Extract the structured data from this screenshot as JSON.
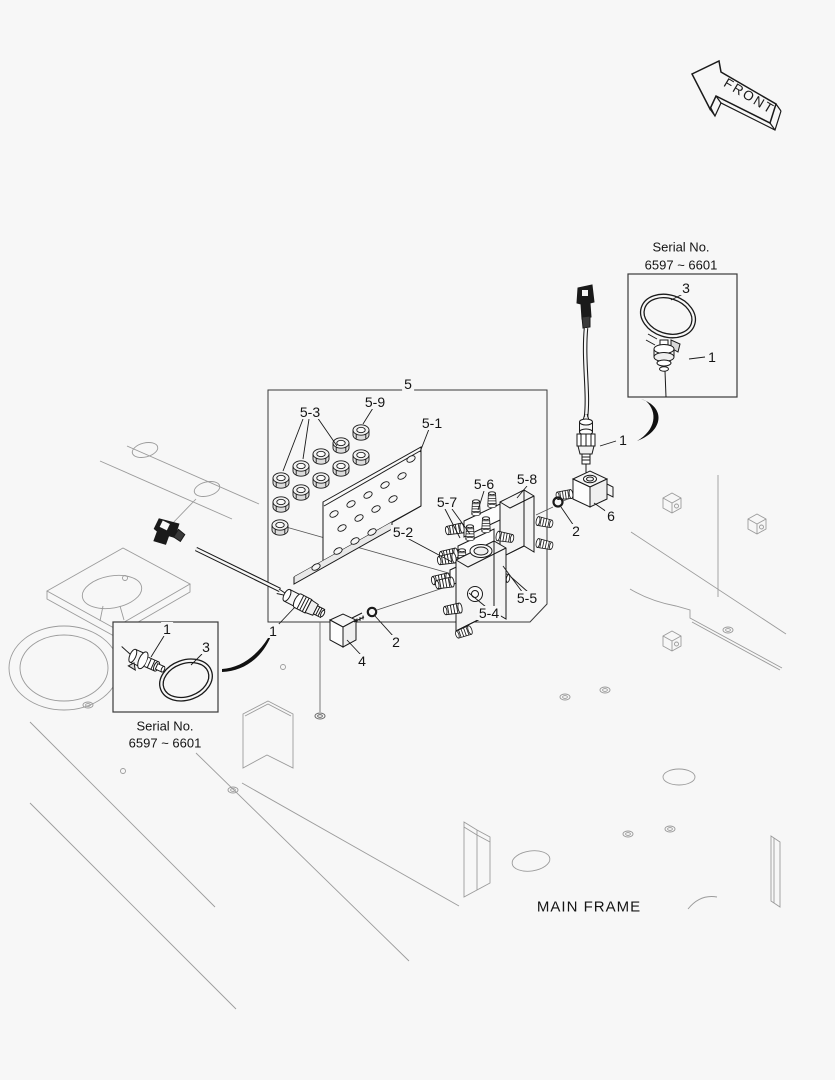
{
  "page": {
    "background": "#f7f7f7",
    "ink": "#1a1a1a",
    "frame_line": "#9b9b9b"
  },
  "orientation": {
    "front_label": "FRONT"
  },
  "frame": {
    "label": "MAIN FRAME"
  },
  "serial_inset_top": {
    "line1": "Serial No.",
    "line2": "6597 ~ 6601",
    "ring_callout": "3",
    "switch_callout": "1"
  },
  "serial_inset_bottom": {
    "line1": "Serial No.",
    "line2": "6597 ~ 6601",
    "switch_callout": "1",
    "ring_callout": "3"
  },
  "callouts": {
    "assembly_group": "5",
    "bracket_plate": "5-1",
    "valve_block": "5-2",
    "mounting_nuts": "5-3",
    "bottom_fitting": "5-4",
    "union_fittings": "5-5",
    "elbow_fitting": "5-6",
    "tee_fittings": "5-7",
    "end_block": "5-8",
    "single_nut": "5-9",
    "pressure_switch_right": "1",
    "pressure_switch_left": "1",
    "oring_right": "2",
    "oring_left": "2",
    "elbow_block": "4",
    "valve_body": "6"
  }
}
